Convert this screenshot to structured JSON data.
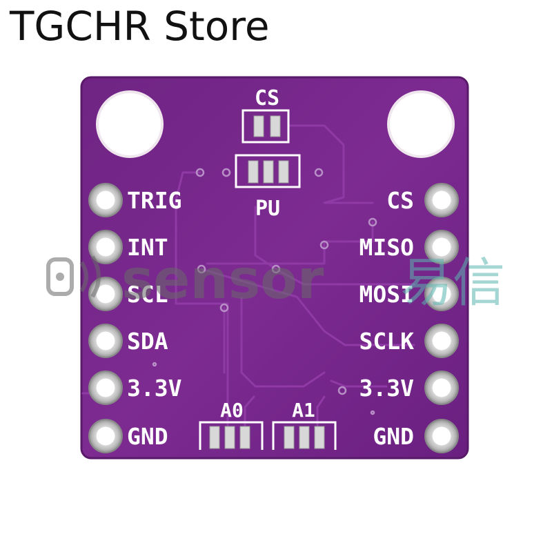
{
  "store": {
    "title": "TGCHR Store"
  },
  "board": {
    "color": "#7a2a8c",
    "left_pins": [
      "TRIG",
      "INT",
      "SCL",
      "SDA",
      "3.3V",
      "GND"
    ],
    "right_pins": [
      "CS",
      "MISO",
      "MOSI",
      "SCLK",
      "3.3V",
      "GND"
    ],
    "jumpers": {
      "cs": "CS",
      "pu": "PU",
      "a0": "A0",
      "a1": "A1"
    }
  },
  "watermark": {
    "latin": "sensor",
    "cjk": "易信"
  }
}
